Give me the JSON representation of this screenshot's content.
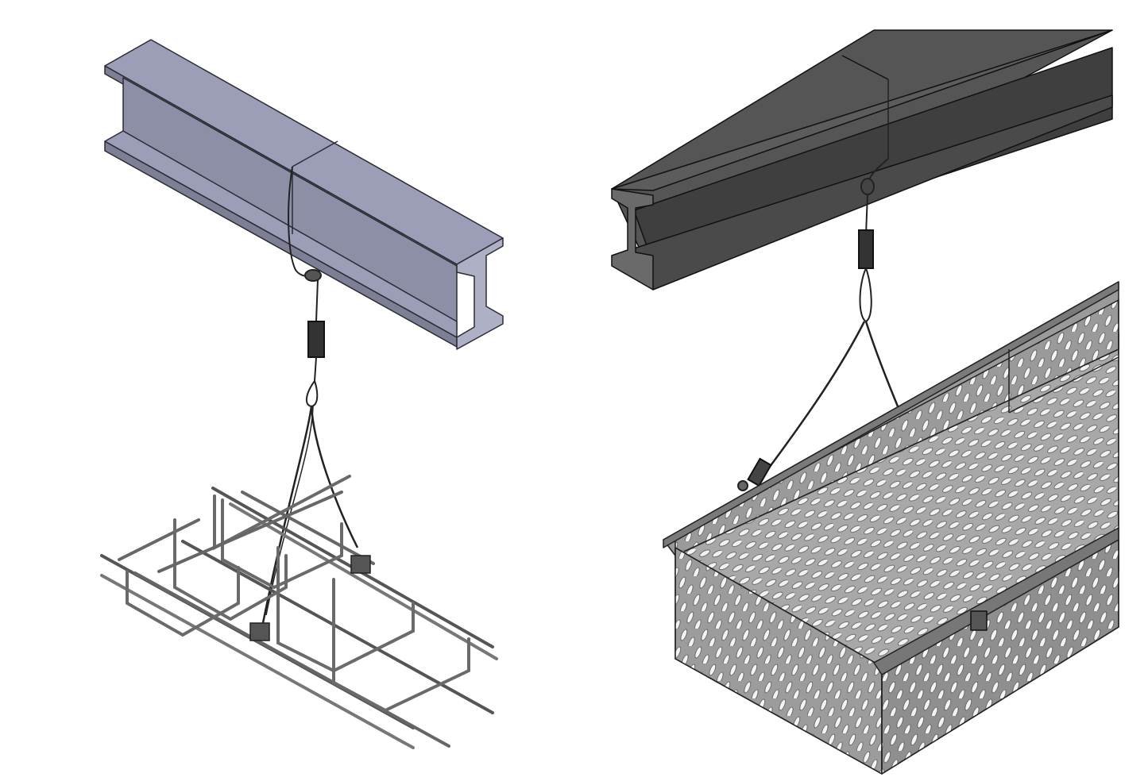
{
  "figure": {
    "panels": [
      {
        "id": "left",
        "components": [
          "steel-i-beam",
          "beam-clamp-hook",
          "wire-rope-gripper",
          "wire-rope-sling",
          "wire-mesh-cable-tray"
        ],
        "colors": {
          "beam": "#8d8fa6",
          "beam_top": "#9c9eb7",
          "tray": "#8a8a92",
          "wire": "#222222"
        }
      },
      {
        "id": "right",
        "components": [
          "steel-i-beam",
          "beam-clamp-hook",
          "wire-rope-gripper",
          "wire-rope-sling",
          "perforated-cable-tray"
        ],
        "colors": {
          "beam": "#3f3f3f",
          "beam_top": "#555555",
          "tray": "#8f8f8f",
          "slot": "#f2f2f2",
          "wire": "#222222"
        }
      }
    ]
  }
}
